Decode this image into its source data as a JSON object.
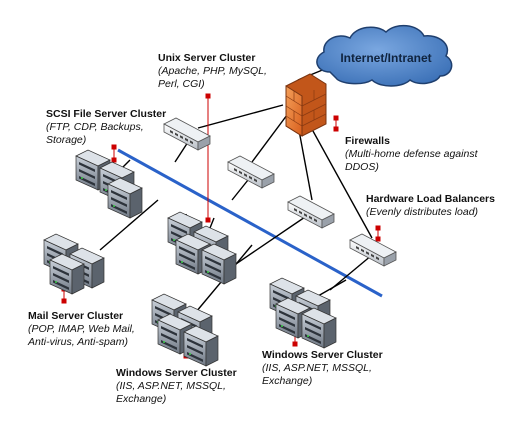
{
  "cloud": {
    "label": "Internet/Intranet"
  },
  "labels": {
    "unix": {
      "title": "Unix Server Cluster",
      "lines": [
        "(Apache, PHP, MySQL,",
        "Perl, CGI)"
      ]
    },
    "scsi": {
      "title": "SCSI File Server Cluster",
      "lines": [
        "(FTP, CDP, Backups,",
        "Storage)"
      ]
    },
    "firewalls": {
      "title": "Firewalls",
      "lines": [
        "(Multi-home defense against",
        "DDOS)"
      ]
    },
    "hlb": {
      "title": "Hardware Load Balancers",
      "lines": [
        "(Evenly distributes load)"
      ]
    },
    "mail": {
      "title": "Mail Server Cluster",
      "lines": [
        "(POP, IMAP, Web Mail,",
        "Anti-virus, Anti-spam)"
      ]
    },
    "win1": {
      "title": "Windows Server Cluster",
      "lines": [
        "(IIS, ASP.NET, MSSQL,",
        "Exchange)"
      ]
    },
    "win2": {
      "title": "Windows Server Cluster",
      "lines": [
        "(IIS, ASP.NET, MSSQL,",
        "Exchange)"
      ]
    }
  },
  "colors": {
    "backbone": "#2a62c9",
    "link": "#000000",
    "pointer": "#cc0000",
    "firewall": "#e8772a",
    "cloud_fill": "#3d72b8",
    "server_body": "#8c96a3"
  },
  "icons": {
    "firewall": "brick-firewall-icon",
    "switch": "network-switch-icon",
    "server": "rack-server-icon",
    "cloud": "cloud-icon"
  }
}
